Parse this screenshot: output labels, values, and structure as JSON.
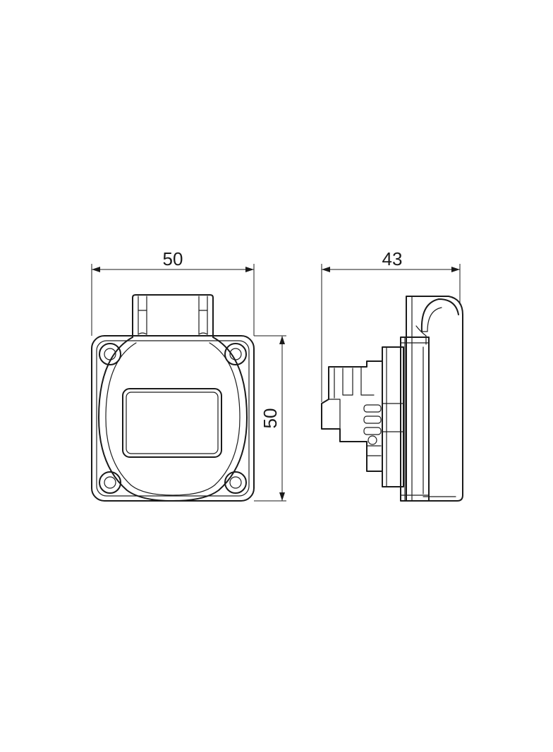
{
  "dimensions": {
    "front_width": "50",
    "front_height": "50",
    "side_depth": "43"
  }
}
